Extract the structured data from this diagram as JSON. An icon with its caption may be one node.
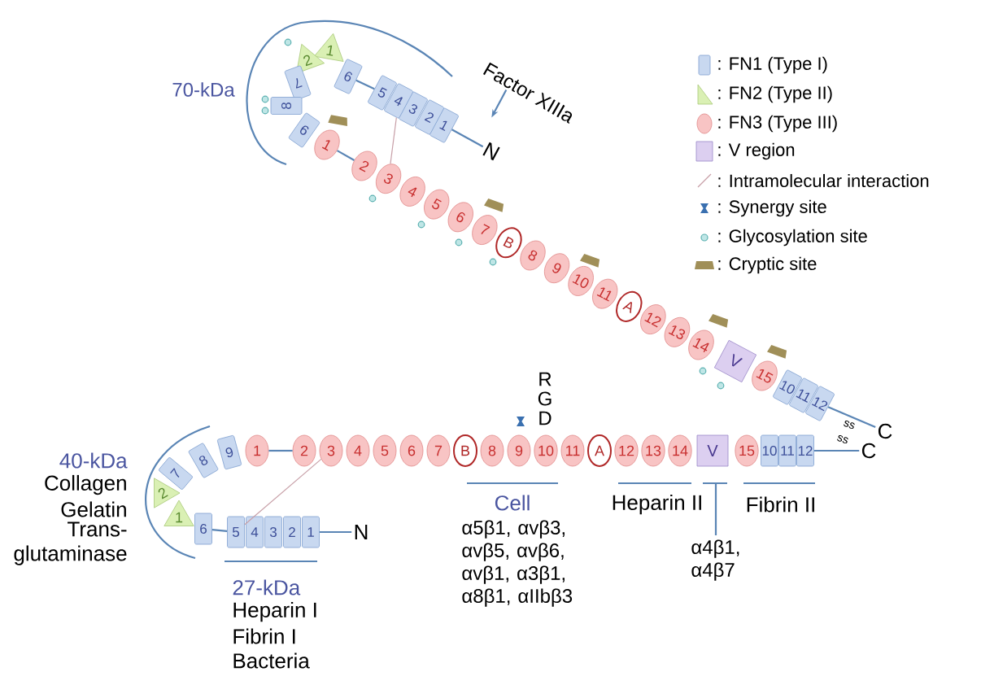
{
  "diagram": {
    "nodes": [
      {
        "text": [
          "N"
        ]
      },
      {
        "text": [
          "1"
        ]
      },
      {
        "text": [
          "2"
        ]
      },
      {
        "text": [
          "3"
        ]
      },
      {
        "text": [
          "4"
        ]
      },
      {
        "text": [
          "5"
        ]
      },
      {
        "text": [
          "6"
        ]
      },
      {
        "text": [
          "1"
        ]
      },
      {
        "text": [
          "2"
        ]
      },
      {
        "text": [
          "7"
        ]
      },
      {
        "text": [
          "8"
        ]
      },
      {
        "text": [
          "9"
        ]
      },
      {
        "text": [
          "1"
        ]
      },
      {
        "text": [
          "2"
        ]
      },
      {
        "text": [
          "3"
        ]
      },
      {
        "text": [
          "4"
        ]
      },
      {
        "text": [
          "5"
        ]
      },
      {
        "text": [
          "6"
        ]
      },
      {
        "text": [
          "7"
        ]
      },
      {
        "text": [
          "B"
        ]
      },
      {
        "text": [
          "8"
        ]
      },
      {
        "text": [
          "9"
        ]
      },
      {
        "text": [
          "10"
        ]
      },
      {
        "text": [
          "11"
        ]
      },
      {
        "text": [
          "A"
        ]
      },
      {
        "text": [
          "12"
        ]
      },
      {
        "text": [
          "13"
        ]
      },
      {
        "text": [
          "14"
        ]
      },
      {
        "text": [
          "V"
        ]
      },
      {
        "text": [
          "15"
        ]
      },
      {
        "text": [
          "10"
        ]
      },
      {
        "text": [
          "11"
        ]
      },
      {
        "text": [
          "12"
        ]
      },
      {
        "text": [
          "C"
        ]
      },
      {
        "text": [
          "Factor XIIIa"
        ]
      },
      {
        "text": [
          "N"
        ]
      },
      {
        "text": [
          "1"
        ]
      },
      {
        "text": [
          "2"
        ]
      },
      {
        "text": [
          "3"
        ]
      },
      {
        "text": [
          "4"
        ]
      },
      {
        "text": [
          "5"
        ]
      },
      {
        "text": [
          "6"
        ]
      },
      {
        "text": [
          "1"
        ]
      },
      {
        "text": [
          "2"
        ]
      },
      {
        "text": [
          "7"
        ]
      },
      {
        "text": [
          "8"
        ]
      },
      {
        "text": [
          "9"
        ]
      },
      {
        "text": [
          "1"
        ]
      },
      {
        "text": [
          "2"
        ]
      },
      {
        "text": [
          "3"
        ]
      },
      {
        "text": [
          "4"
        ]
      },
      {
        "text": [
          "5"
        ]
      },
      {
        "text": [
          "6"
        ]
      },
      {
        "text": [
          "7"
        ]
      },
      {
        "text": [
          "B"
        ]
      },
      {
        "text": [
          "8"
        ]
      },
      {
        "text": [
          "9"
        ]
      },
      {
        "text": [
          "10"
        ]
      },
      {
        "text": [
          "11"
        ]
      },
      {
        "text": [
          "A"
        ]
      },
      {
        "text": [
          "12"
        ]
      },
      {
        "text": [
          "13"
        ]
      },
      {
        "text": [
          "14"
        ]
      },
      {
        "text": [
          "V"
        ]
      },
      {
        "text": [
          "15"
        ]
      },
      {
        "text": [
          "10"
        ]
      },
      {
        "text": [
          "11"
        ]
      },
      {
        "text": [
          "12"
        ]
      },
      {
        "text": [
          "C"
        ]
      }
    ],
    "edges": [
      {
        "from": 1,
        "to": 0,
        "arrow": "none"
      },
      {
        "from": 6,
        "to": 5,
        "arrow": "none"
      },
      {
        "from": 12,
        "to": 13,
        "arrow": "none"
      },
      {
        "from": 32,
        "to": 33,
        "arrow": "none"
      },
      {
        "from": 14,
        "to": 4,
        "arrow": "none",
        "color": "#c8a0a8"
      },
      {
        "from": 34,
        "to": null,
        "arrow": "to"
      },
      {
        "from": 36,
        "to": 35,
        "arrow": "none"
      },
      {
        "from": 41,
        "to": 40,
        "arrow": "none"
      },
      {
        "from": 47,
        "to": 48,
        "arrow": "none"
      },
      {
        "from": 67,
        "to": 68,
        "arrow": "none"
      },
      {
        "from": 49,
        "to": 40,
        "arrow": "none",
        "color": "#c8a0a8"
      }
    ],
    "labels": [
      "70-kDa",
      "ss",
      "R",
      "G",
      "D",
      "ss",
      "40-kDa",
      "Collagen",
      "Gelatin",
      "Trans- glutaminase",
      "Cell",
      "Heparin II",
      "Fibrin II",
      "α5β1, αvβ3, αvβ5, αvβ6, αvβ1, α3β1, α8β1, αIIbβ3",
      "α4β1, α4β7",
      "27-kDa",
      "Heparin I",
      "Fibrin I",
      "Bacteria"
    ],
    "legend": [
      {
        "text": ": FN1 (Type I)"
      },
      {
        "text": ": FN2 (Type II)"
      },
      {
        "text": ": FN3 (Type III)"
      },
      {
        "text": ": V region"
      },
      {
        "text": ": Intramolecular interaction"
      },
      {
        "text": ": Synergy site"
      },
      {
        "text": ": Glycosylation site"
      },
      {
        "text": ": Cryptic site"
      }
    ]
  }
}
